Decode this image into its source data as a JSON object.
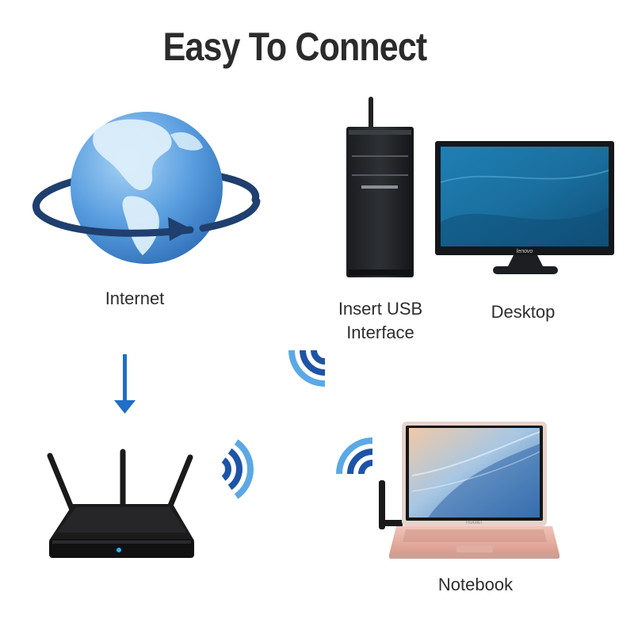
{
  "title": "Easy To Connect",
  "nodes": {
    "internet": {
      "label": "Internet",
      "icon": "globe-icon"
    },
    "usb": {
      "label_line1": "Insert USB",
      "label_line2": "Interface",
      "icon": "pc-tower-icon"
    },
    "desktop": {
      "label": "Desktop",
      "icon": "monitor-icon",
      "brand": "lenovo"
    },
    "router": {
      "icon": "router-icon"
    },
    "notebook": {
      "label": "Notebook",
      "icon": "laptop-icon",
      "brand": "HUAWEI"
    }
  },
  "colors": {
    "signal_dark": "#1d54a6",
    "signal_light": "#5aa9e6",
    "arrow": "#1f6fc4",
    "globe_ocean": "#4f93d8",
    "globe_land": "#dceefa",
    "orbit": "#1f3f6e",
    "laptop_body": "#e8b8ab"
  }
}
